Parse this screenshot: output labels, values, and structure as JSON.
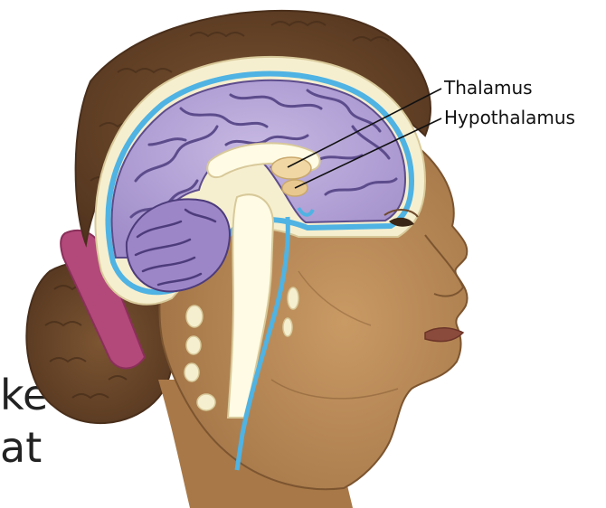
{
  "labels": {
    "thalamus": "Thalamus",
    "hypothalamus": "Hypothalamus"
  },
  "background_text": {
    "line1": "ke",
    "line2": "at"
  },
  "colors": {
    "skin": "#b98a57",
    "skin_shadow": "#9e7043",
    "hair": "#6e4a2b",
    "hair_dark": "#553620",
    "brain": "#b4a4d6",
    "brain_folds": "#5d4c8c",
    "csf_blue": "#4fb3e3",
    "cream": "#f6efcf",
    "cream_light": "#fffbe4",
    "hair_band": "#b3487a",
    "lips": "#8a4a3c"
  },
  "icons": {
    "head": "head-sagittal-section-icon"
  }
}
